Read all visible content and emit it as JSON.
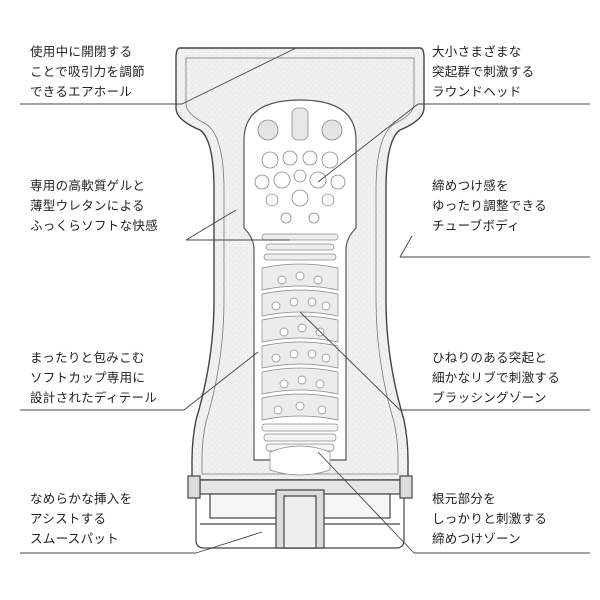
{
  "callouts": {
    "left": [
      {
        "lines": [
          "使用中に開閉する",
          "ことで吸引力を調節",
          "できるエアホール"
        ]
      },
      {
        "lines": [
          "専用の高軟質ゲルと",
          "薄型ウレタンによる",
          "ふっくらソフトな快感"
        ]
      },
      {
        "lines": [
          "まったりと包みこむ",
          "ソフトカップ専用に",
          "設計されたディテール"
        ]
      },
      {
        "lines": [
          "なめらかな挿入を",
          "アシストする",
          "スムースパット"
        ]
      }
    ],
    "right": [
      {
        "lines": [
          "大小さまざまな",
          "突起群で刺激する",
          "ラウンドヘッド"
        ]
      },
      {
        "lines": [
          "締めつけ感を",
          "ゆったり調整できる",
          "チューブボディ"
        ]
      },
      {
        "lines": [
          "ひねりのある突起と",
          "細かなリブで刺激する",
          "ブラッシングゾーン"
        ]
      },
      {
        "lines": [
          "根元部分を",
          "しっかりと刺激する",
          "締めつけゾーン"
        ]
      }
    ]
  },
  "colors": {
    "outline": "#444444",
    "body_fill": "#f2f2f2",
    "inner_fill": "#e9e9e9",
    "nub_fill": "#ffffff"
  }
}
